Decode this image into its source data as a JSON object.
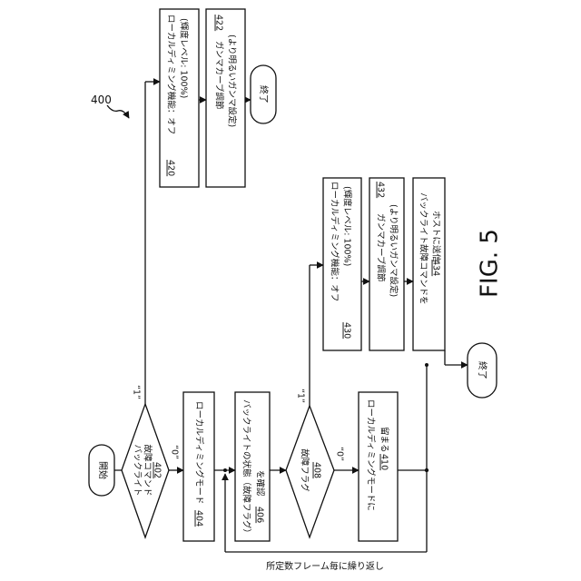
{
  "figure_label": "FIG. 5",
  "figure_ref": "400",
  "nodes": {
    "start": {
      "label": "開始"
    },
    "end_top": {
      "label": "終了"
    },
    "end_bottom": {
      "label": "終了"
    },
    "decision_402": {
      "line1": "バックライト",
      "line2": "故障コマンド",
      "ref": "402"
    },
    "box_404": {
      "label": "ローカルディミングモード",
      "ref": "404"
    },
    "box_406": {
      "line1": "バックライトの状態（故障フラグ）",
      "line2": "を確認",
      "ref": "406"
    },
    "decision_408": {
      "line1": "故障フラグ",
      "ref": "408"
    },
    "box_410": {
      "line1": "ローカルディミングモードに",
      "line2": "留まる",
      "ref": "410"
    },
    "box_420": {
      "line1": "ローカルディミング機能：オフ",
      "line2": "(輝度レベル: 100%)",
      "ref": "420"
    },
    "box_422": {
      "line1": "ガンマカーブ調節",
      "line2": "(より明るいガンマ設定)",
      "ref": "422"
    },
    "box_430": {
      "line1": "ローカルディミング機能：オフ",
      "line2": "(輝度レベル: 100%)",
      "ref": "430"
    },
    "box_432": {
      "line1": "ガンマカーブ調節",
      "line2": "(より明るいガンマ設定)",
      "ref": "432"
    },
    "box_434": {
      "line1": "バックライト故障コマンドを",
      "line2": "ホストに送信",
      "ref": "434"
    }
  },
  "edges": {
    "d402_yes": "“1”",
    "d402_no": "“0”",
    "d408_yes": "“1”",
    "d408_no": "“0”",
    "loop": "所定数フレーム毎に繰り返し"
  }
}
